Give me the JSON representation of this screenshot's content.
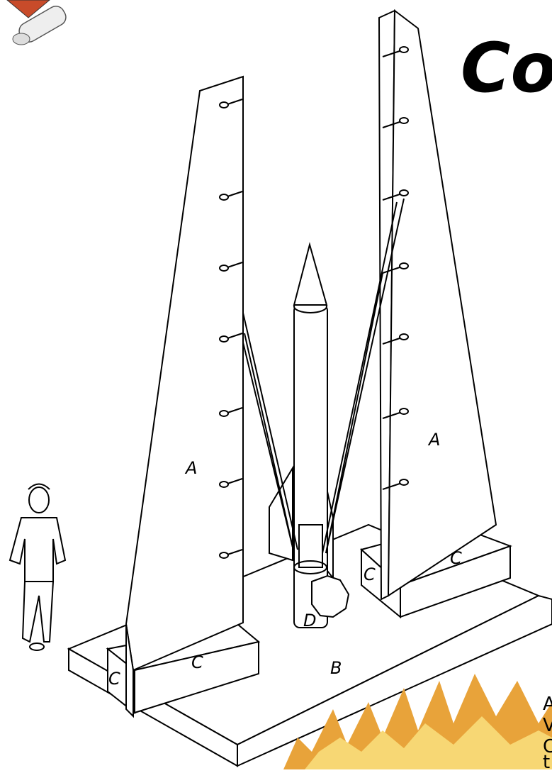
{
  "title": "Co",
  "labels": {
    "tower_left": "A",
    "tower_right": "A",
    "base": "B",
    "block_left_front": "C",
    "block_left_side": "C",
    "block_right_front": "C",
    "block_right_side": "C",
    "rocket_bottom": "D"
  },
  "caption_lines": [
    "A",
    "V",
    "C",
    "t"
  ],
  "colors": {
    "ink": "#000000",
    "paper": "#ffffff",
    "fire_outer": "#e8a33a",
    "fire_inner": "#f7d774"
  },
  "icons": [
    "space-shuttle-icon",
    "person-figure",
    "fire-graphic"
  ]
}
